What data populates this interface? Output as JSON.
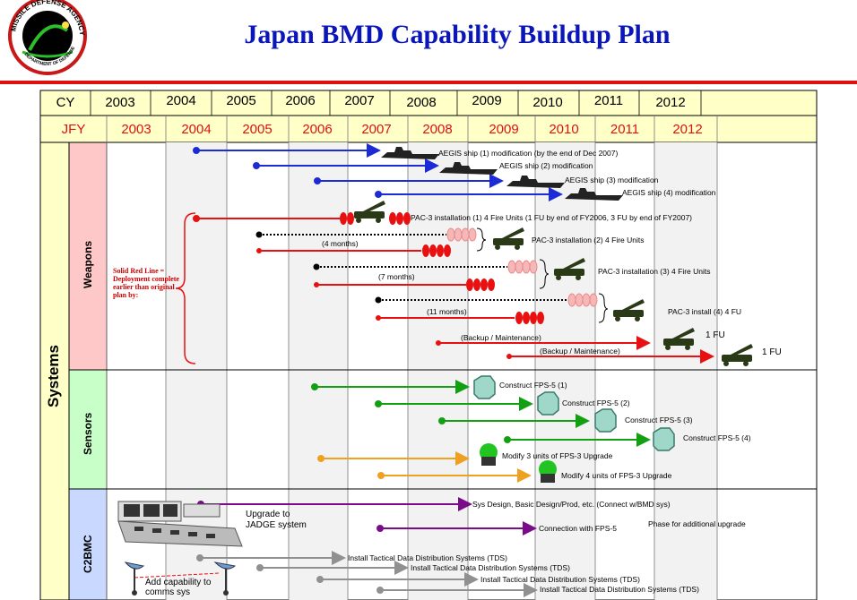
{
  "title": "Japan BMD Capability Buildup Plan",
  "logo": {
    "arc_text": "MISSILE DEFENSE AGENCY",
    "sub_text": "DEPARTMENT OF DEFENSE"
  },
  "header": {
    "cy_label": "CY",
    "cy_years": [
      "2003",
      "2004",
      "2005",
      "2006",
      "2007",
      "2008",
      "2009",
      "2010",
      "2011",
      "2012"
    ],
    "jfy_label": "JFY",
    "jfy_years": [
      "2003",
      "2004",
      "2005",
      "2006",
      "2007",
      "2008",
      "2009",
      "2010",
      "2011",
      "2012"
    ]
  },
  "sections": {
    "systems": "Systems",
    "weapons": "Weapons",
    "sensors": "Sensors",
    "c2bmc": "C2BMC"
  },
  "note": "Solid Red Line = Deployment complete earlier than original plan by:",
  "weapons": {
    "aegis": [
      "AEGIS ship (1) modification (by the end of Dec 2007)",
      "AEGIS ship (2) modification",
      "AEGIS ship (3) modification",
      "AEGIS ship (4) modification"
    ],
    "pac3": [
      "PAC-3 installation (1) 4 Fire Units (1 FU by end of FY2006, 3 FU by end of FY2007)",
      "PAC-3 installation (2) 4 Fire Units",
      "PAC-3 installation (3) 4 Fire Units",
      "PAC-3 install (4) 4 FU"
    ],
    "early": [
      "(4 months)",
      "(7 months)",
      "(11 months)"
    ],
    "backup": [
      "(Backup / Maintenance)",
      "(Backup / Maintenance)"
    ],
    "fu": [
      "1 FU",
      "1 FU"
    ]
  },
  "sensors": [
    "Construct FPS-5 (1)",
    "Construct FPS-5 (2)",
    "Construct FPS-5 (3)",
    "Construct FPS-5 (4)",
    "Modify 3 units of FPS-3 Upgrade",
    "Modify 4 units of FPS-3 Upgrade"
  ],
  "c2bmc": {
    "sys_design": "Sys Design, Basic Design/Prod, etc. (Connect w/BMD sys)",
    "connection": "Connection with FPS-5",
    "phase": "Phase for additional upgrade",
    "jadge": "Upgrade to JADGE system",
    "comms": "Add capability to comms sys",
    "tds": [
      "Install Tactical Data Distribution Systems (TDS)",
      "Install Tactical Data Distribution Systems (TDS)",
      "Install Tactical Data Distribution Systems (TDS)",
      "Install Tactical Data Distribution Systems (TDS)"
    ]
  },
  "colors": {
    "title": "#0a16b8",
    "rule": "#e01010",
    "aegis": "#1c2bd6",
    "pac": "#e81010",
    "fps5": "#12a012",
    "fps3": "#f0a020",
    "c2": "#7a0c8a",
    "tds": "#909090"
  }
}
